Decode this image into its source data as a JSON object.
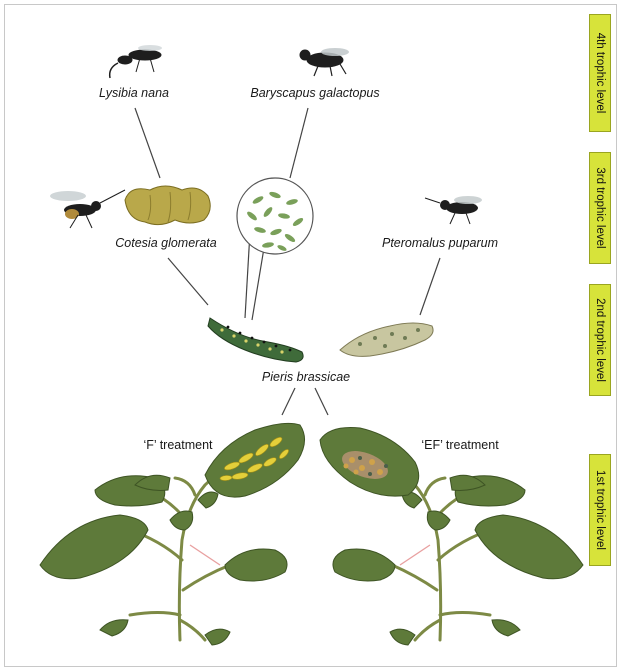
{
  "species": {
    "lysibia": "Lysibia nana",
    "baryscapus": "Baryscapus galactopus",
    "cotesia": "Cotesia glomerata",
    "pteromalus": "Pteromalus puparum",
    "pieris": "Pieris brassicae"
  },
  "treatments": {
    "f": "‘F’ treatment",
    "ef": "‘EF’ treatment"
  },
  "levels": {
    "l4": "4th trophic level",
    "l3": "3rd trophic level",
    "l2": "2nd trophic level",
    "l1": "1st trophic level"
  },
  "colors": {
    "level_fill": "#d7e33a",
    "leaf": "#5e7a3a",
    "stem": "#7d8a45",
    "larva": "#3f6b3a",
    "wasp": "#1e1e1e"
  }
}
